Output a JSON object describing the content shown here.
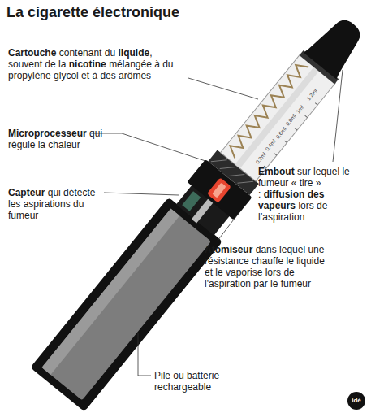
{
  "diagram": {
    "title": "La cigarette électronique",
    "labels": [
      "Cartouche",
      "contenant du",
      "liquide",
      ", souvent de la",
      "nicotine",
      "mélangée à du propylène glycol et à des arômes",
      "Microprocesseur",
      "qui régule la chaleur",
      "Capteur",
      "qui détecte les aspirations du fumeur",
      "Embout",
      "sur lequel le fumeur « tire » :",
      "diffusion des vapeurs",
      "lors de l’aspiration",
      "Atomiseur",
      "dans lequel une résistance chauffe le liquide et le vaporise lors de l'aspiration par le fumeur",
      "Pile ou batterie rechargeable",
      "0.2ml",
      "0.4ml",
      "0.6ml",
      "0.8ml",
      "1ml",
      "1.2ml",
      "idé"
    ]
  }
}
